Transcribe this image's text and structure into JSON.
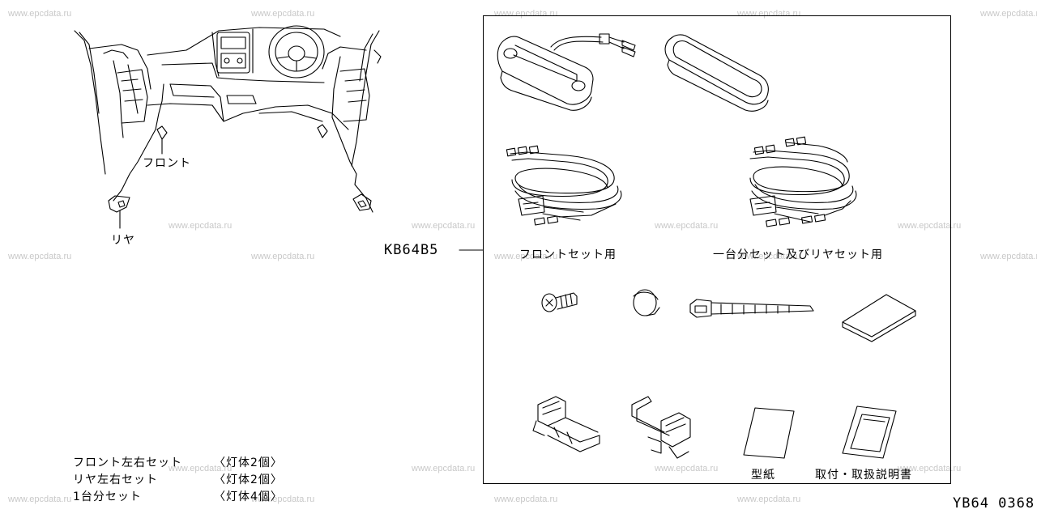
{
  "watermark": "www.epcdata.ru",
  "part_code": "KB64B5",
  "figure_id": "YB64 0368",
  "car_labels": {
    "front": "フロント",
    "rear": "リヤ"
  },
  "kit_labels": {
    "front_set_harness": "フロントセット用",
    "full_and_rear_harness": "一台分セット及びリヤセット用",
    "template": "型紙",
    "manual": "取付・取扱説明書"
  },
  "set_table": [
    {
      "name": "フロント左右セット",
      "qty": "〈灯体2個〉"
    },
    {
      "name": "リヤ左右セット",
      "qty": "〈灯体2個〉"
    },
    {
      "name": "1台分セット",
      "qty": "〈灯体4個〉"
    }
  ]
}
